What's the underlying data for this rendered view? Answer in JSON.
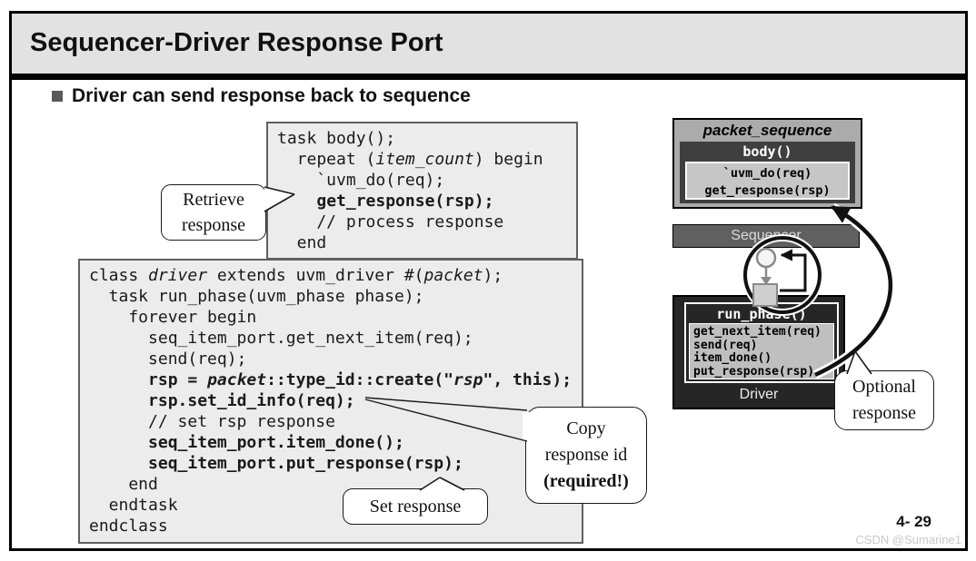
{
  "slide": {
    "title": "Sequencer-Driver Response Port",
    "bullet": "Driver can send response back to sequence",
    "page_number": "4- 29",
    "watermark": "CSDN @Sumarine1"
  },
  "code_block_sequence": {
    "lines": [
      [
        [
          "task body();",
          ""
        ]
      ],
      [
        [
          "  repeat (",
          ""
        ],
        [
          "item_count",
          "i"
        ],
        [
          ") begin",
          ""
        ]
      ],
      [
        [
          "    `uvm_do(req);",
          ""
        ]
      ],
      [
        [
          "    ",
          ""
        ],
        [
          "get_response(rsp);",
          "b"
        ]
      ],
      [
        [
          "    // process response",
          ""
        ]
      ],
      [
        [
          "  end",
          ""
        ]
      ]
    ]
  },
  "code_block_driver": {
    "lines": [
      [
        [
          "class ",
          ""
        ],
        [
          "driver",
          "i"
        ],
        [
          " extends uvm_driver #(",
          ""
        ],
        [
          "packet",
          "i"
        ],
        [
          ");",
          ""
        ]
      ],
      [
        [
          "  task run_phase(uvm_phase phase);",
          ""
        ]
      ],
      [
        [
          "    forever begin",
          ""
        ]
      ],
      [
        [
          "      seq_item_port.get_next_item(req);",
          ""
        ]
      ],
      [
        [
          "      send(req);",
          ""
        ]
      ],
      [
        [
          "      ",
          ""
        ],
        [
          "rsp = ",
          "b"
        ],
        [
          "packet",
          "bi"
        ],
        [
          "::type_id::create(\"",
          "b"
        ],
        [
          "rsp",
          "bi"
        ],
        [
          "\", this);",
          "b"
        ]
      ],
      [
        [
          "      ",
          ""
        ],
        [
          "rsp.set_id_info(req);",
          "b"
        ]
      ],
      [
        [
          "      // set rsp response",
          ""
        ]
      ],
      [
        [
          "      ",
          ""
        ],
        [
          "seq_item_port.item_done();",
          "b"
        ]
      ],
      [
        [
          "      ",
          ""
        ],
        [
          "seq_item_port.put_response(rsp);",
          "b"
        ]
      ],
      [
        [
          "    end",
          ""
        ]
      ],
      [
        [
          "  endtask",
          ""
        ]
      ],
      [
        [
          "endclass",
          ""
        ]
      ]
    ]
  },
  "callouts": {
    "retrieve": {
      "line1": "Retrieve",
      "line2": "response"
    },
    "copy": {
      "line1": "Copy",
      "line2": "response id",
      "line3": "(required!)"
    },
    "set": {
      "line1": "Set response"
    },
    "optional": {
      "line1": "Optional",
      "line2": "response"
    }
  },
  "diagram": {
    "sequence_box": {
      "title": "packet_sequence",
      "method": "body()",
      "calls": [
        "`uvm_do(req)",
        "get_response(rsp)"
      ]
    },
    "sequencer_label": "Sequencer",
    "driver_box": {
      "method": "run_phase()",
      "calls": [
        "get_next_item(req)",
        "send(req)",
        "item_done()",
        "put_response(rsp)"
      ],
      "label": "Driver"
    }
  },
  "colors": {
    "title_band": "#e2e2e2",
    "code_background": "#ececec",
    "sequence_box_gray": "#ababab",
    "dark_method_box": "#3f3f3f",
    "light_call_box": "#c6c6c6",
    "sequencer_bar": "#606060",
    "driver_box": "#262626"
  }
}
